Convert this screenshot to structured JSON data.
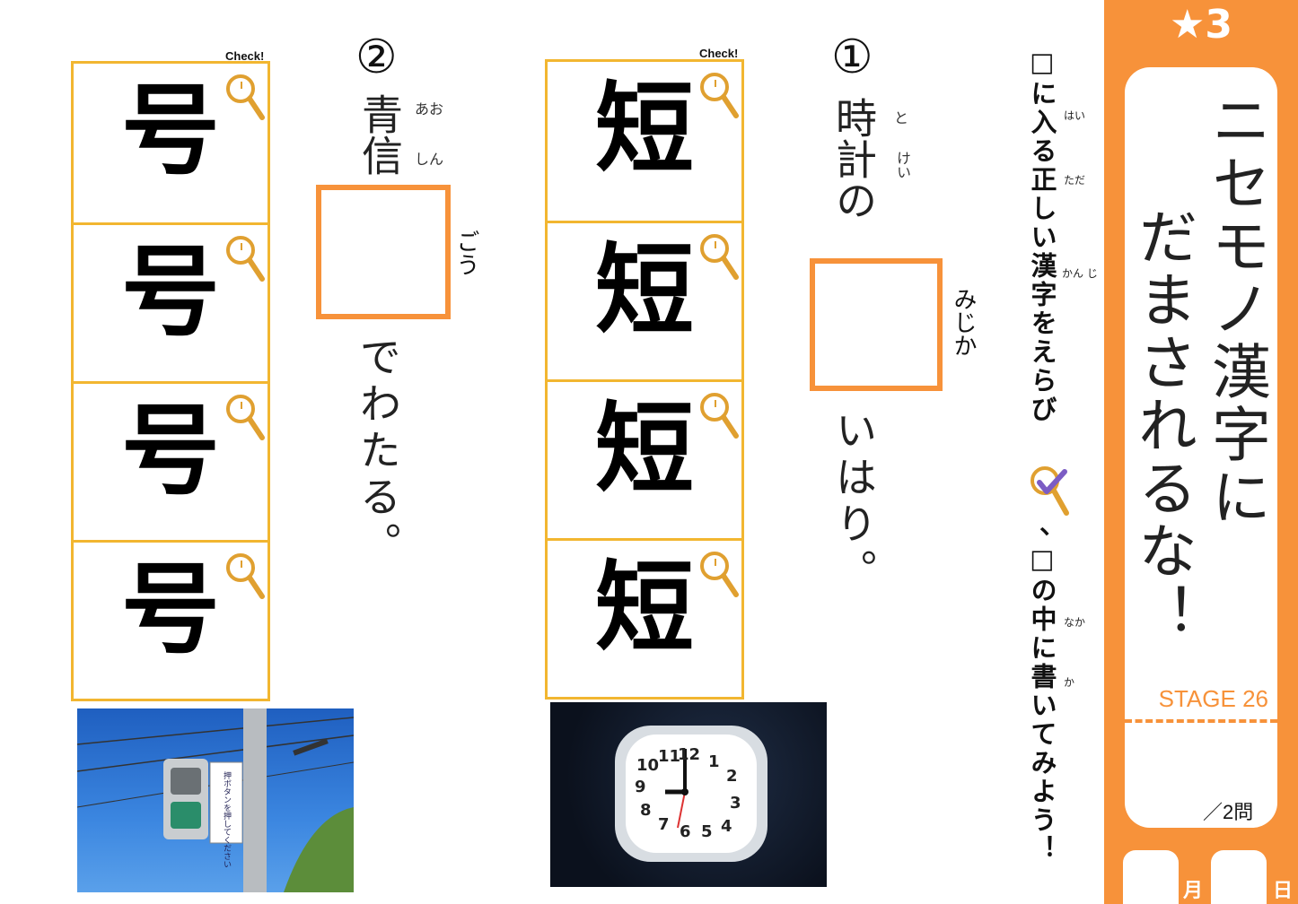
{
  "panel": {
    "stars": "★3",
    "title_line1": "ニセモノ漢字に",
    "title_line2": "だまされるな！",
    "stage": "STAGE 26",
    "score": "／2問",
    "month_label": "月",
    "day_label": "日"
  },
  "instructions": {
    "part1": "□に入る正しい漢字をえらび",
    "part2": "、",
    "part3": "□の中に書いてみよう！",
    "ruby": {
      "hai": "はい",
      "tada": "ただ",
      "kanji": "かん じ",
      "naka": "なか",
      "ka": "か"
    }
  },
  "questions": [
    {
      "number": "①",
      "text_before": "時計の",
      "ruby_before": [
        "と",
        "けい"
      ],
      "answer_reading": "みじか",
      "text_after": "いはり。",
      "check_label": "Check!",
      "candidates": [
        "短",
        "短",
        "短",
        "短"
      ]
    },
    {
      "number": "②",
      "text_before": "青信",
      "ruby_before": [
        "あお",
        "しん"
      ],
      "answer_reading": "ごう",
      "text_after": "でわたる。",
      "check_label": "Check!",
      "candidates": [
        "号",
        "号",
        "号",
        "号"
      ]
    }
  ],
  "images": [
    {
      "name": "alarm-clock-photo",
      "clock_numbers": [
        "11",
        "12",
        "1",
        "2",
        "10",
        "3",
        "9",
        "4",
        "8",
        "7",
        "6",
        "5"
      ]
    },
    {
      "name": "traffic-signal-photo",
      "sign_text": "押ボタンを押してください"
    }
  ],
  "colors": {
    "orange": "#f7923a",
    "gold": "#f2b630",
    "purple": "#7b5cc4"
  }
}
